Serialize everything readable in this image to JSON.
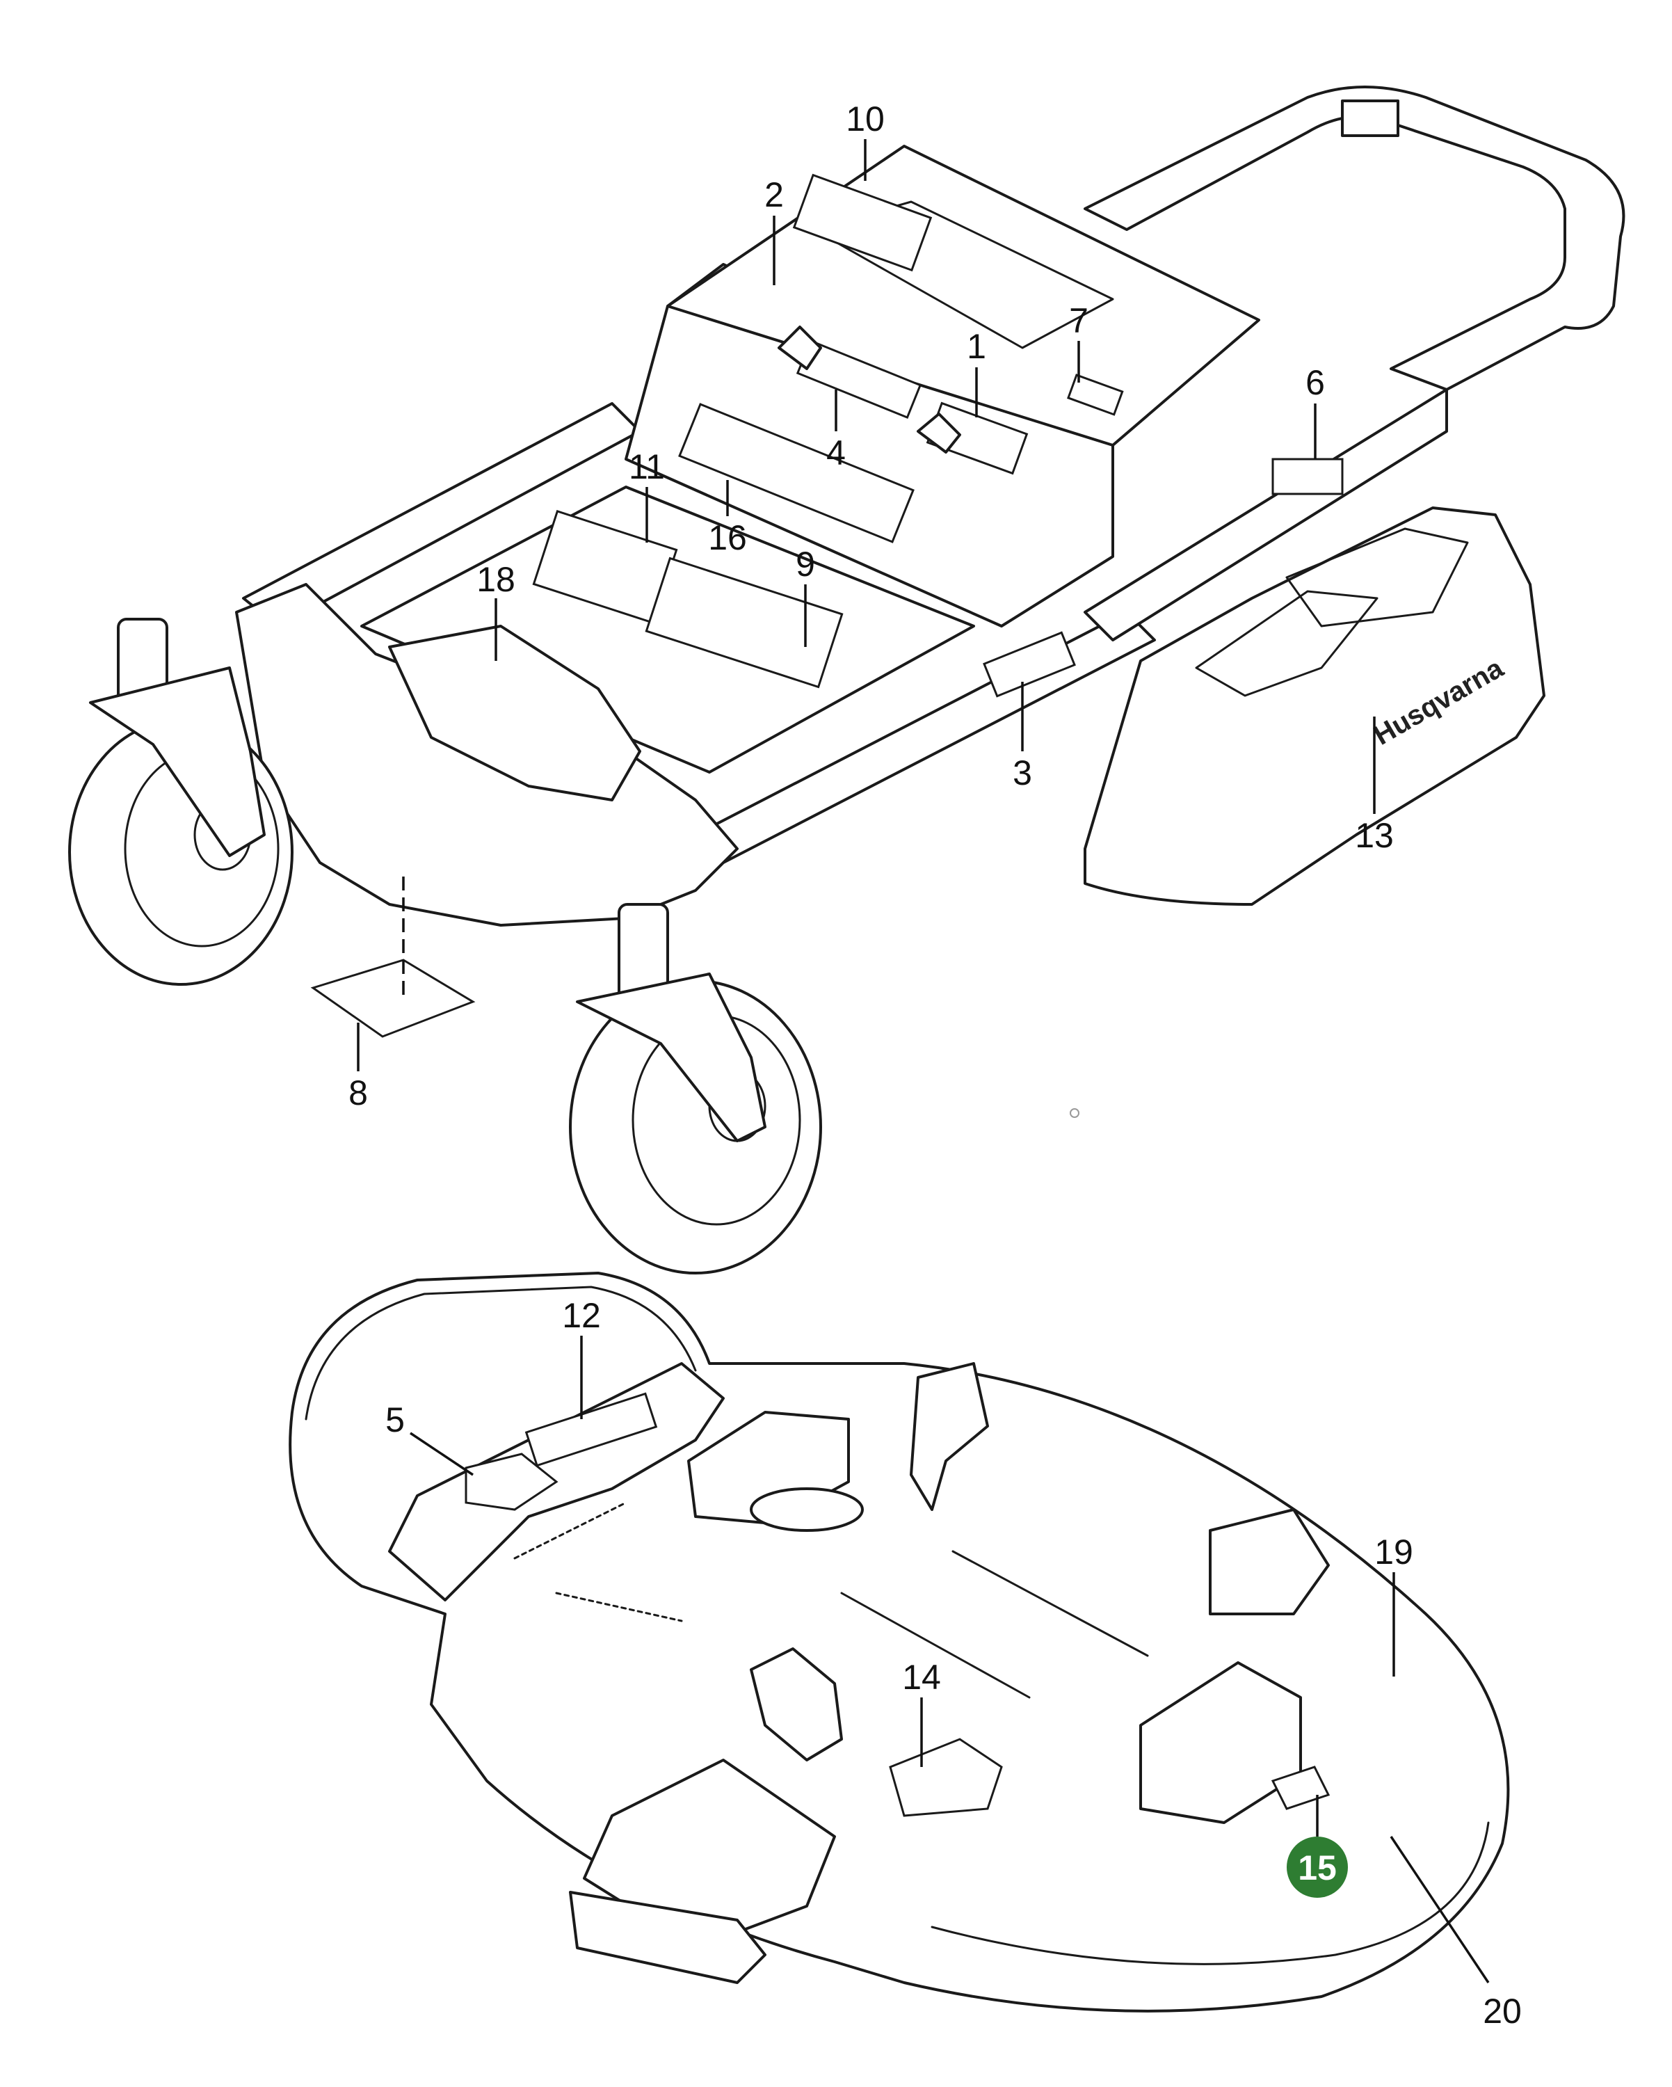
{
  "brand_logo_text": "Husqvarna",
  "highlight_color": "#2e7d32",
  "highlighted_callout": "15",
  "callouts": [
    {
      "id": "c1",
      "label": "1"
    },
    {
      "id": "c2",
      "label": "2"
    },
    {
      "id": "c3",
      "label": "3"
    },
    {
      "id": "c4",
      "label": "4"
    },
    {
      "id": "c5",
      "label": "5"
    },
    {
      "id": "c6",
      "label": "6"
    },
    {
      "id": "c7",
      "label": "7"
    },
    {
      "id": "c8",
      "label": "8"
    },
    {
      "id": "c9",
      "label": "9"
    },
    {
      "id": "c10",
      "label": "10"
    },
    {
      "id": "c11",
      "label": "11"
    },
    {
      "id": "c12",
      "label": "12"
    },
    {
      "id": "c13",
      "label": "13"
    },
    {
      "id": "c14",
      "label": "14"
    },
    {
      "id": "c15",
      "label": "15"
    },
    {
      "id": "c16",
      "label": "16"
    },
    {
      "id": "c18",
      "label": "18"
    },
    {
      "id": "c19",
      "label": "19"
    },
    {
      "id": "c20",
      "label": "20"
    }
  ]
}
